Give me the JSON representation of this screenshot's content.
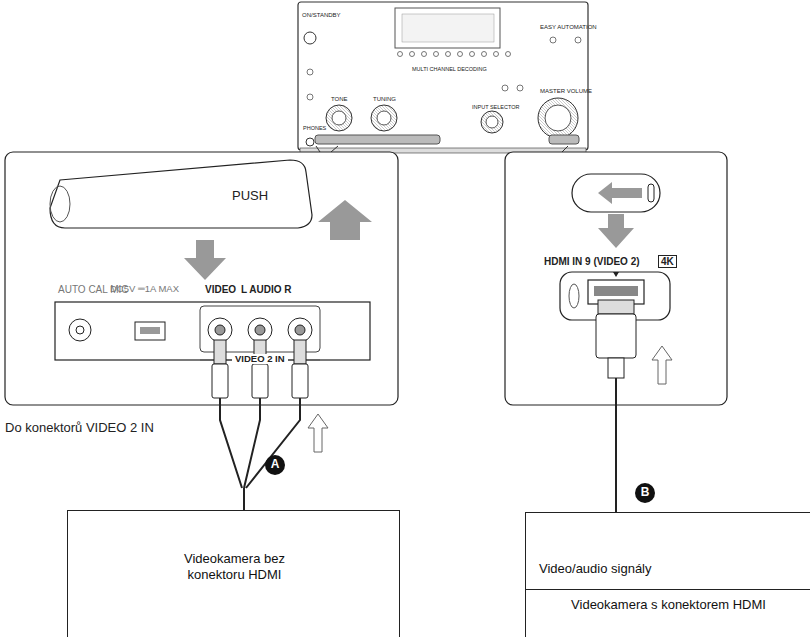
{
  "diagram": {
    "nodes": [
      {
        "text": [
          "Videokamera bez konektoru HDMI"
        ]
      },
      {
        "text": [
          "Video/audio signály",
          "Videokamera s konektorem HDMI"
        ]
      }
    ],
    "labels": [
      "ON/STANDBY",
      "MASTER VOLUME",
      "INPUT SELECTOR",
      "TUNING",
      "TONE",
      "PHONES",
      "MULTI CHANNEL DECODING",
      "EASY AUTOMATION",
      "PUSH",
      "AUTO CAL MIC",
      "DC5V ═1A MAX",
      "VIDEO",
      "L AUDIO R",
      "VIDEO 2 IN",
      "HDMI IN 9 (VIDEO 2)",
      "4K",
      "Do konektorů VIDEO 2 IN",
      "A",
      "B"
    ]
  }
}
